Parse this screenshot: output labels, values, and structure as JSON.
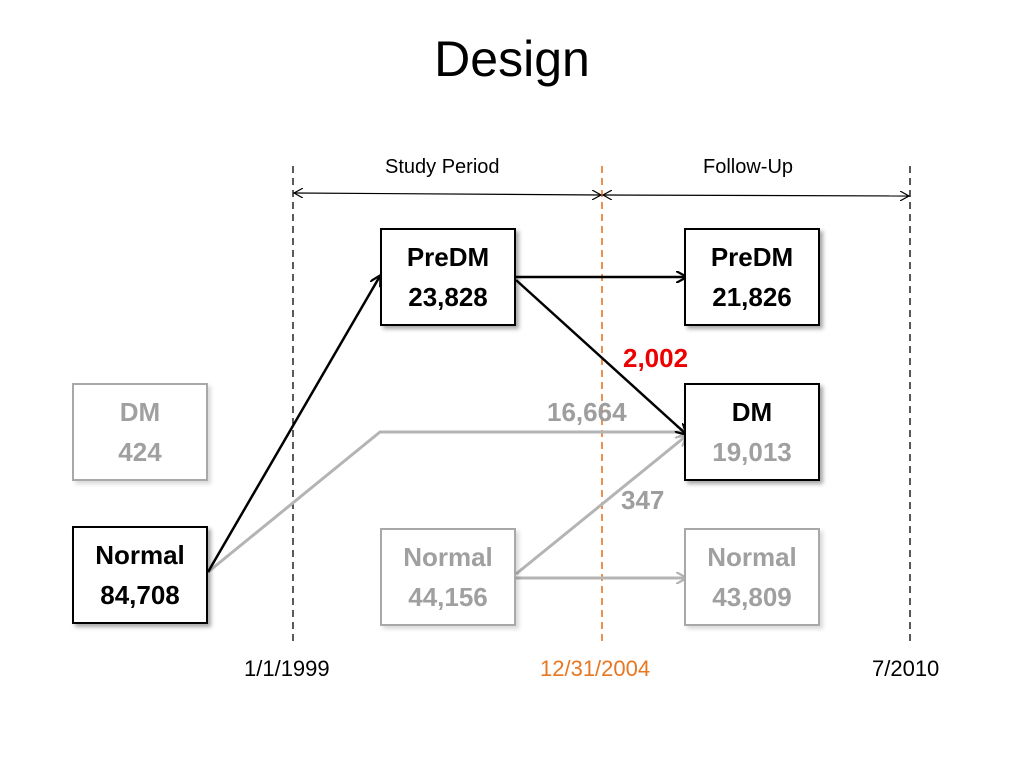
{
  "title": "Design",
  "periods": {
    "study": "Study Period",
    "followup": "Follow-Up"
  },
  "dates": {
    "start": "1/1/1999",
    "cutoff": "12/31/2004",
    "end": "7/2010"
  },
  "boxes": {
    "baseline_dm": {
      "label": "DM",
      "value": "424"
    },
    "baseline_normal": {
      "label": "Normal",
      "value": "84,708"
    },
    "study_predm": {
      "label": "PreDM",
      "value": "23,828"
    },
    "study_normal": {
      "label": "Normal",
      "value": "44,156"
    },
    "follow_predm": {
      "label": "PreDM",
      "value": "21,826"
    },
    "follow_dm": {
      "label": "DM",
      "value": "19,013"
    },
    "follow_normal": {
      "label": "Normal",
      "value": "43,809"
    }
  },
  "flows": {
    "predm_to_dm": "2,002",
    "normal_to_dm": "16,664",
    "normal_study_to_dm": "347"
  },
  "colors": {
    "dark": "#000000",
    "faded": "#a0a0a0",
    "highlight": "#ee0000",
    "cutoff": "#e87722"
  }
}
